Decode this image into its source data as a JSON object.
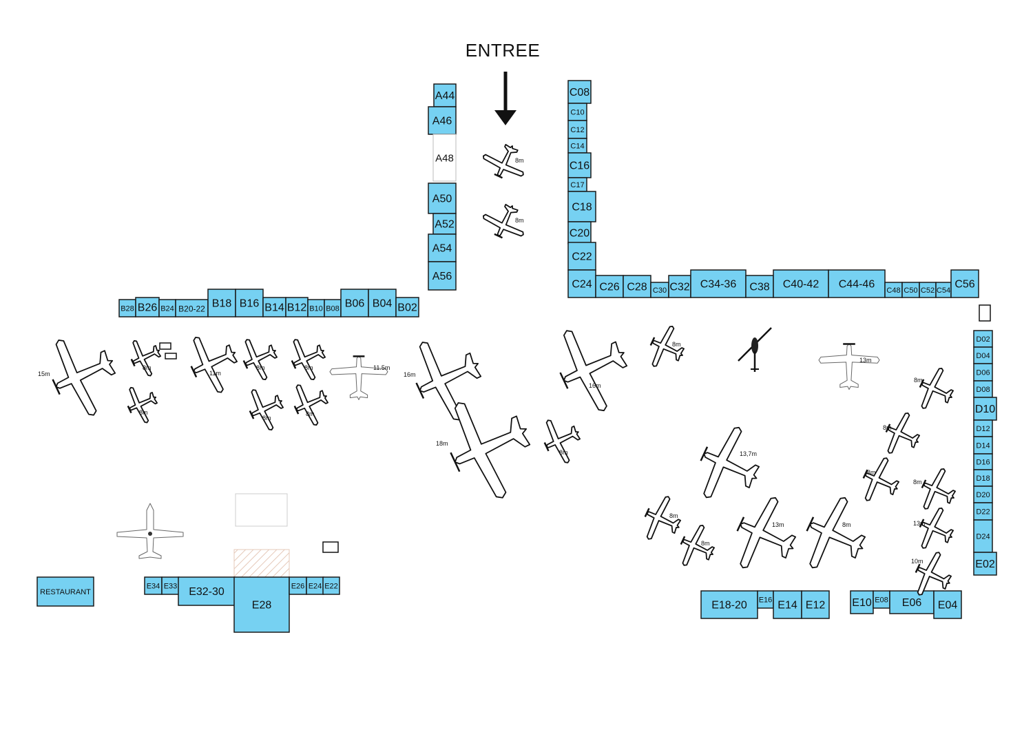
{
  "entrance": {
    "label": "ENTREE"
  },
  "colors": {
    "booth": "#76d1f2",
    "outline": "#1a1a1a"
  },
  "booths": [
    {
      "id": "A44"
    },
    {
      "id": "A46"
    },
    {
      "id": "A48",
      "reserved": true
    },
    {
      "id": "A50"
    },
    {
      "id": "A52"
    },
    {
      "id": "A54"
    },
    {
      "id": "A56"
    },
    {
      "id": "B28"
    },
    {
      "id": "B26"
    },
    {
      "id": "B24"
    },
    {
      "id": "B20-22"
    },
    {
      "id": "B18"
    },
    {
      "id": "B16"
    },
    {
      "id": "B14"
    },
    {
      "id": "B12"
    },
    {
      "id": "B10"
    },
    {
      "id": "B08"
    },
    {
      "id": "B06"
    },
    {
      "id": "B04"
    },
    {
      "id": "B02"
    },
    {
      "id": "C08"
    },
    {
      "id": "C10"
    },
    {
      "id": "C12"
    },
    {
      "id": "C14"
    },
    {
      "id": "C16"
    },
    {
      "id": "C17"
    },
    {
      "id": "C18"
    },
    {
      "id": "C20"
    },
    {
      "id": "C22"
    },
    {
      "id": "C24"
    },
    {
      "id": "C26"
    },
    {
      "id": "C28"
    },
    {
      "id": "C30"
    },
    {
      "id": "C32"
    },
    {
      "id": "C34-36"
    },
    {
      "id": "C38"
    },
    {
      "id": "C40-42"
    },
    {
      "id": "C44-46"
    },
    {
      "id": "C48"
    },
    {
      "id": "C50"
    },
    {
      "id": "C52"
    },
    {
      "id": "C54"
    },
    {
      "id": "C56"
    },
    {
      "id": "D02"
    },
    {
      "id": "D04"
    },
    {
      "id": "D06"
    },
    {
      "id": "D08"
    },
    {
      "id": "D10"
    },
    {
      "id": "D12"
    },
    {
      "id": "D14"
    },
    {
      "id": "D16"
    },
    {
      "id": "D18"
    },
    {
      "id": "D20"
    },
    {
      "id": "D22"
    },
    {
      "id": "D24"
    },
    {
      "id": "E02"
    },
    {
      "id": "RESTAURANT"
    },
    {
      "id": "E34"
    },
    {
      "id": "E33"
    },
    {
      "id": "E32-30"
    },
    {
      "id": "E28"
    },
    {
      "id": "E26"
    },
    {
      "id": "E24"
    },
    {
      "id": "E22"
    },
    {
      "id": "E18-20"
    },
    {
      "id": "E16"
    },
    {
      "id": "E14"
    },
    {
      "id": "E12"
    },
    {
      "id": "E10"
    },
    {
      "id": "E08"
    },
    {
      "id": "E06"
    },
    {
      "id": "E04"
    }
  ],
  "aircraft": [
    {
      "type": "plane",
      "size": "8m"
    },
    {
      "type": "plane",
      "size": "8m"
    },
    {
      "type": "plane",
      "size": "15m"
    },
    {
      "type": "plane",
      "size": "8m"
    },
    {
      "type": "plane",
      "size": "8m"
    },
    {
      "type": "plane",
      "size": "11m"
    },
    {
      "type": "plane",
      "size": "8m"
    },
    {
      "type": "plane",
      "size": "8m"
    },
    {
      "type": "plane",
      "size": "8m"
    },
    {
      "type": "plane",
      "size": "8m"
    },
    {
      "type": "twin",
      "size": "11.5m"
    },
    {
      "type": "plane",
      "size": "16m"
    },
    {
      "type": "plane",
      "size": "18m"
    },
    {
      "type": "plane",
      "size": "16m"
    },
    {
      "type": "plane",
      "size": "8m"
    },
    {
      "type": "plane",
      "size": "8m"
    },
    {
      "type": "helicopter",
      "size": ""
    },
    {
      "type": "twin",
      "size": "13m"
    },
    {
      "type": "plane",
      "size": "8m"
    },
    {
      "type": "plane",
      "size": "8m"
    },
    {
      "type": "plane",
      "size": "13,7m"
    },
    {
      "type": "plane",
      "size": "8m"
    },
    {
      "type": "plane",
      "size": "8m"
    },
    {
      "type": "plane",
      "size": "8m"
    },
    {
      "type": "plane",
      "size": "8m"
    },
    {
      "type": "plane",
      "size": "13m"
    },
    {
      "type": "plane",
      "size": "13m"
    },
    {
      "type": "plane",
      "size": "8m"
    },
    {
      "type": "plane",
      "size": "10m"
    },
    {
      "type": "jet",
      "size": ""
    }
  ]
}
